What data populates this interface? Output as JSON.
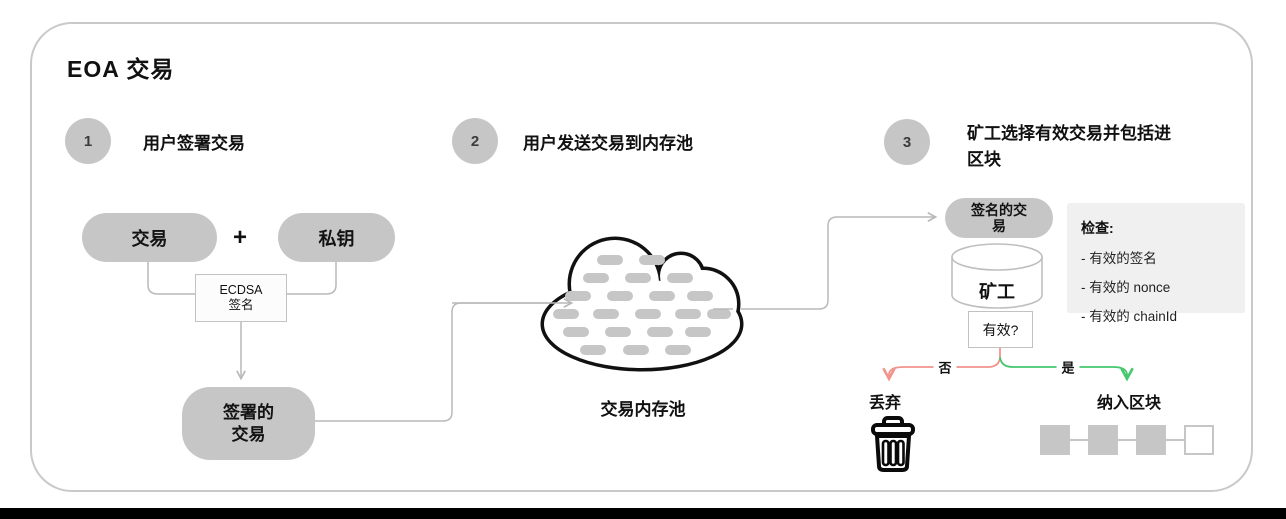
{
  "title": "EOA 交易",
  "steps": [
    {
      "number": "1",
      "label": "用户签署交易"
    },
    {
      "number": "2",
      "label": "用户发送交易到内存池"
    },
    {
      "number": "3",
      "label": "矿工选择有效交易并包括进区块"
    }
  ],
  "step1": {
    "transaction_label": "交易",
    "plus": "+",
    "private_key_label": "私钥",
    "ecdsa_label": "ECDSA\n签名",
    "signed_tx_label": "签署的\n交易"
  },
  "step2": {
    "mempool_label": "交易内存池"
  },
  "step3": {
    "signed_tx_label": "签名的交易",
    "miner_label": "矿工",
    "valid_label": "有效?",
    "check_panel": {
      "title": "检查:",
      "items": [
        "- 有效的签名",
        "- 有效的 nonce",
        "- 有效的 chainId"
      ]
    },
    "no_label": "否",
    "yes_label": "是",
    "discard_label": "丢弃",
    "include_label": "纳入区块"
  },
  "colors": {
    "box_gray": "#c6c6c6",
    "line_gray": "#b9b9b9",
    "panel_gray": "#f0f0f0",
    "no_red": "#f2938c",
    "yes_green": "#44c76e"
  }
}
